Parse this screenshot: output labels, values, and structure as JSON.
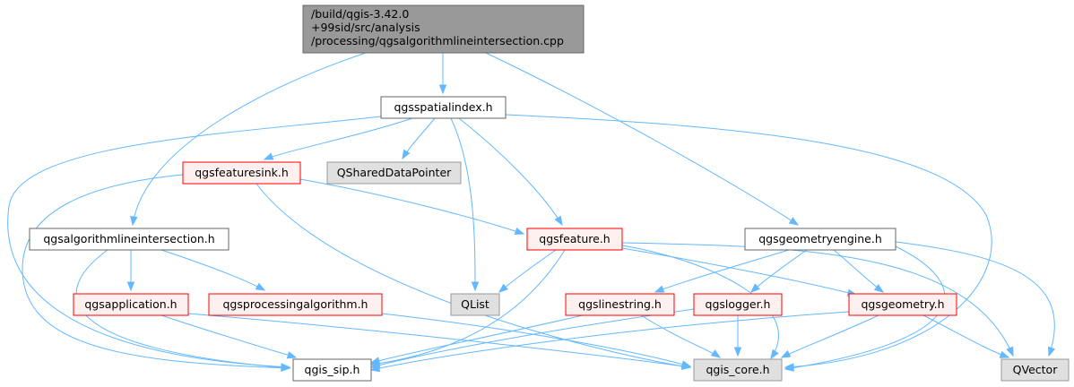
{
  "colors": {
    "edge": "#63b8ff",
    "root_fill": "#999999",
    "root_stroke": "#666666",
    "normal_fill": "#ffffff",
    "normal_stroke": "#666666",
    "incomplete_fill": "#fff0f0",
    "incomplete_stroke": "#ff0000",
    "external_fill": "#e0e0e0",
    "external_stroke": "#999999"
  },
  "nodes": {
    "root": {
      "lines": [
        "/build/qgis-3.42.0",
        "+99sid/src/analysis",
        "/processing/qgsalgorithmlineintersection.cpp"
      ],
      "style": "root"
    },
    "qgsspatialindex": {
      "lines": [
        "qgsspatialindex.h"
      ],
      "style": "normal"
    },
    "qgsfeaturesink": {
      "lines": [
        "qgsfeaturesink.h"
      ],
      "style": "incomplete"
    },
    "qshareddatapointer": {
      "lines": [
        "QSharedDataPointer"
      ],
      "style": "external"
    },
    "qgsalgorithmlineintersection": {
      "lines": [
        "qgsalgorithmlineintersection.h"
      ],
      "style": "normal"
    },
    "qgsfeature": {
      "lines": [
        "qgsfeature.h"
      ],
      "style": "incomplete"
    },
    "qgsgeometryengine": {
      "lines": [
        "qgsgeometryengine.h"
      ],
      "style": "normal"
    },
    "qgsapplication": {
      "lines": [
        "qgsapplication.h"
      ],
      "style": "incomplete"
    },
    "qgsprocessingalgorithm": {
      "lines": [
        "qgsprocessingalgorithm.h"
      ],
      "style": "incomplete"
    },
    "qlist": {
      "lines": [
        "QList"
      ],
      "style": "external"
    },
    "qgslinestring": {
      "lines": [
        "qgslinestring.h"
      ],
      "style": "incomplete"
    },
    "qgslogger": {
      "lines": [
        "qgslogger.h"
      ],
      "style": "incomplete"
    },
    "qgsgeometry": {
      "lines": [
        "qgsgeometry.h"
      ],
      "style": "incomplete"
    },
    "qgis_sip": {
      "lines": [
        "qgis_sip.h"
      ],
      "style": "normal"
    },
    "qgis_core": {
      "lines": [
        "qgis_core.h"
      ],
      "style": "external"
    },
    "qvector": {
      "lines": [
        "QVector"
      ],
      "style": "external"
    }
  },
  "edges": [
    [
      "root",
      "qgsspatialindex"
    ],
    [
      "root",
      "qgsalgorithmlineintersection"
    ],
    [
      "root",
      "qgsgeometryengine"
    ],
    [
      "qgsspatialindex",
      "qgsfeaturesink"
    ],
    [
      "qgsspatialindex",
      "qshareddatapointer"
    ],
    [
      "qgsspatialindex",
      "qgsfeature"
    ],
    [
      "qgsspatialindex",
      "qlist"
    ],
    [
      "qgsspatialindex",
      "qgis_sip"
    ],
    [
      "qgsspatialindex",
      "qgis_core"
    ],
    [
      "qgsfeaturesink",
      "qgsfeature"
    ],
    [
      "qgsfeaturesink",
      "qgis_sip"
    ],
    [
      "qgsfeaturesink",
      "qgis_core"
    ],
    [
      "qgsalgorithmlineintersection",
      "qgsapplication"
    ],
    [
      "qgsalgorithmlineintersection",
      "qgsprocessingalgorithm"
    ],
    [
      "qgsalgorithmlineintersection",
      "qgis_sip"
    ],
    [
      "qgsfeature",
      "qlist"
    ],
    [
      "qgsfeature",
      "qgsgeometry"
    ],
    [
      "qgsfeature",
      "qgis_sip"
    ],
    [
      "qgsfeature",
      "qgis_core"
    ],
    [
      "qgsfeature",
      "qvector"
    ],
    [
      "qgsgeometryengine",
      "qgslinestring"
    ],
    [
      "qgsgeometryengine",
      "qgslogger"
    ],
    [
      "qgsgeometryengine",
      "qgsgeometry"
    ],
    [
      "qgsgeometryengine",
      "qgis_core"
    ],
    [
      "qgsgeometryengine",
      "qvector"
    ],
    [
      "qgsapplication",
      "qgis_sip"
    ],
    [
      "qgsapplication",
      "qgis_core"
    ],
    [
      "qgsprocessingalgorithm",
      "qgis_core"
    ],
    [
      "qgslinestring",
      "qgis_sip"
    ],
    [
      "qgslinestring",
      "qgis_core"
    ],
    [
      "qgslogger",
      "qgis_sip"
    ],
    [
      "qgslogger",
      "qgis_core"
    ],
    [
      "qgsgeometry",
      "qgis_sip"
    ],
    [
      "qgsgeometry",
      "qgis_core"
    ],
    [
      "qgsgeometry",
      "qvector"
    ]
  ]
}
